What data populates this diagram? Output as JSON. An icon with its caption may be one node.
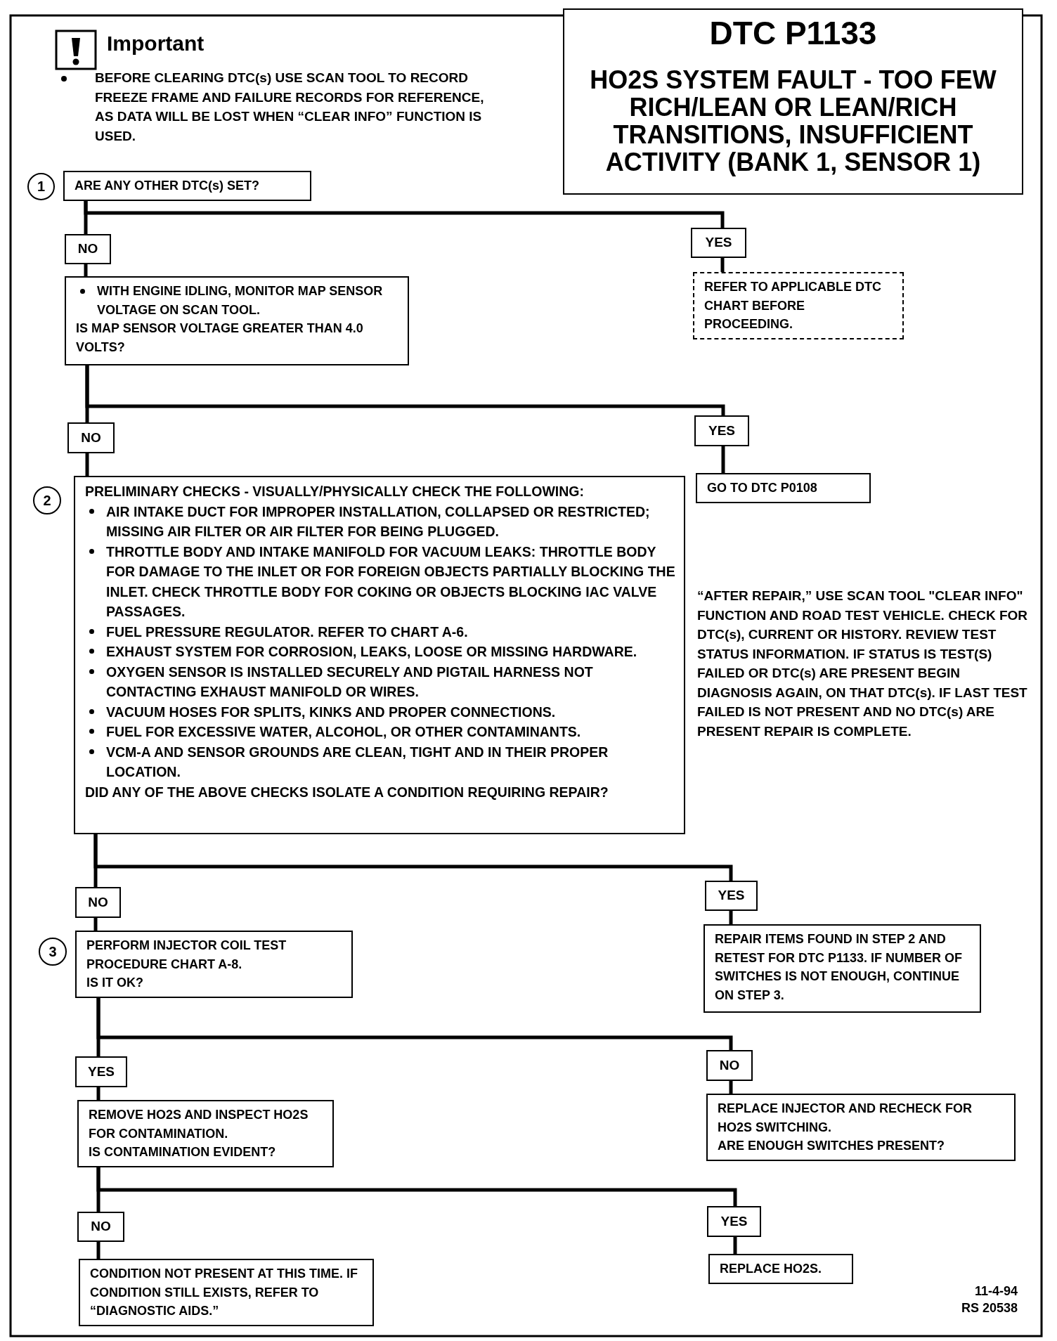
{
  "diagram": {
    "nodes": [
      {
        "text": [
          "DTC P1133",
          "HO2S SYSTEM FAULT - TOO FEW RICH/LEAN OR LEAN/RICH TRANSITIONS, INSUFFICIENT ACTIVITY  (BANK 1, SENSOR 1)"
        ]
      },
      {
        "text": [
          "1"
        ]
      },
      {
        "text": [
          "ARE ANY OTHER DTC(s) SET?"
        ]
      },
      {
        "text": [
          "NO"
        ]
      },
      {
        "text": [
          "YES"
        ]
      },
      {
        "text": [
          "WITH ENGINE IDLING, MONITOR MAP SENSOR VOLTAGE ON SCAN TOOL.",
          "IS MAP SENSOR VOLTAGE GREATER THAN 4.0 VOLTS?"
        ]
      },
      {
        "text": [
          "REFER TO APPLICABLE DTC CHART BEFORE PROCEEDING."
        ]
      },
      {
        "text": [
          "NO"
        ]
      },
      {
        "text": [
          "YES"
        ]
      },
      {
        "text": [
          "2"
        ]
      },
      {
        "text": [
          "PRELIMINARY CHECKS - VISUALLY/PHYSICALLY CHECK THE FOLLOWING:",
          "AIR INTAKE DUCT FOR IMPROPER INSTALLATION, COLLAPSED OR RESTRICTED; MISSING AIR FILTER OR AIR FILTER FOR BEING PLUGGED.",
          "THROTTLE BODY AND INTAKE MANIFOLD FOR VACUUM LEAKS: THROTTLE BODY FOR DAMAGE TO THE INLET OR FOR FOREIGN OBJECTS PARTIALLY BLOCKING THE INLET.  CHECK THROTTLE BODY FOR COKING OR OBJECTS BLOCKING IAC VALVE PASSAGES.",
          "FUEL PRESSURE REGULATOR.  REFER TO CHART A-6.",
          "EXHAUST SYSTEM FOR CORROSION, LEAKS, LOOSE OR MISSING HARDWARE.",
          "OXYGEN SENSOR IS INSTALLED SECURELY AND PIGTAIL HARNESS NOT CONTACTING EXHAUST MANIFOLD OR WIRES.",
          "VACUUM HOSES FOR SPLITS, KINKS AND PROPER CONNECTIONS.",
          "FUEL FOR EXCESSIVE WATER, ALCOHOL, OR OTHER CONTAMINANTS.",
          "VCM-A AND SENSOR GROUNDS ARE CLEAN, TIGHT AND IN THEIR PROPER LOCATION.",
          "DID ANY OF THE ABOVE CHECKS ISOLATE A CONDITION REQUIRING REPAIR?"
        ]
      },
      {
        "text": [
          "GO TO DTC P0108"
        ]
      },
      {
        "text": [
          "NO"
        ]
      },
      {
        "text": [
          "YES"
        ]
      },
      {
        "text": [
          "3"
        ]
      },
      {
        "text": [
          "PERFORM INJECTOR COIL TEST PROCEDURE CHART A-8.",
          "IS IT OK?"
        ]
      },
      {
        "text": [
          "REPAIR ITEMS FOUND IN STEP 2 AND RETEST FOR DTC P1133.  IF NUMBER OF SWITCHES IS NOT ENOUGH, CONTINUE ON STEP 3."
        ]
      },
      {
        "text": [
          "YES"
        ]
      },
      {
        "text": [
          "NO"
        ]
      },
      {
        "text": [
          "REMOVE HO2S AND INSPECT HO2S FOR CONTAMINATION.",
          "IS CONTAMINATION EVIDENT?"
        ]
      },
      {
        "text": [
          "REPLACE INJECTOR AND RECHECK FOR HO2S SWITCHING.",
          "ARE ENOUGH SWITCHES PRESENT?"
        ]
      },
      {
        "text": [
          "NO"
        ]
      },
      {
        "text": [
          "YES"
        ]
      },
      {
        "text": [
          "CONDITION NOT PRESENT AT THIS TIME.  IF CONDITION STILL EXISTS, REFER TO “DIAGNOSTIC AIDS.”"
        ]
      },
      {
        "text": [
          "REPLACE HO2S."
        ]
      }
    ],
    "edges": [
      {
        "from": 2,
        "to": 3,
        "arrow": "none"
      },
      {
        "from": 2,
        "to": 4,
        "arrow": "none"
      },
      {
        "from": 3,
        "to": 5,
        "arrow": "none"
      },
      {
        "from": 4,
        "to": 6,
        "arrow": "none"
      },
      {
        "from": 5,
        "to": 7,
        "arrow": "none"
      },
      {
        "from": 5,
        "to": 8,
        "arrow": "none"
      },
      {
        "from": 7,
        "to": 10,
        "arrow": "none"
      },
      {
        "from": 8,
        "to": 11,
        "arrow": "none"
      },
      {
        "from": 10,
        "to": 12,
        "arrow": "none"
      },
      {
        "from": 10,
        "to": 13,
        "arrow": "none"
      },
      {
        "from": 12,
        "to": 15,
        "arrow": "none"
      },
      {
        "from": 13,
        "to": 16,
        "arrow": "none"
      },
      {
        "from": 15,
        "to": 17,
        "arrow": "none"
      },
      {
        "from": 15,
        "to": 18,
        "arrow": "none"
      },
      {
        "from": 17,
        "to": 19,
        "arrow": "none"
      },
      {
        "from": 18,
        "to": 20,
        "arrow": "none"
      },
      {
        "from": 19,
        "to": 21,
        "arrow": "none"
      },
      {
        "from": 19,
        "to": 22,
        "arrow": "none"
      },
      {
        "from": 21,
        "to": 23,
        "arrow": "none"
      },
      {
        "from": 22,
        "to": 24,
        "arrow": "none"
      }
    ],
    "labels": [
      "Important",
      "BEFORE CLEARING DTC(s) USE SCAN TOOL TO RECORD FREEZE FRAME AND FAILURE RECORDS FOR REFERENCE, AS DATA WILL BE LOST WHEN “CLEAR INFO” FUNCTION IS USED.",
      "“AFTER REPAIR,” USE SCAN TOOL \"CLEAR INFO\" FUNCTION AND ROAD TEST VEHICLE. CHECK FOR DTC(s), CURRENT OR HISTORY. REVIEW TEST STATUS INFORMATION. IF STATUS IS TEST(S) FAILED OR DTC(s) ARE PRESENT BEGIN DIAGNOSIS AGAIN, ON THAT DTC(s). IF LAST TEST FAILED IS NOT PRESENT AND NO DTC(s) ARE PRESENT REPAIR IS COMPLETE.",
      "11-4-94",
      "RS 20538"
    ]
  }
}
